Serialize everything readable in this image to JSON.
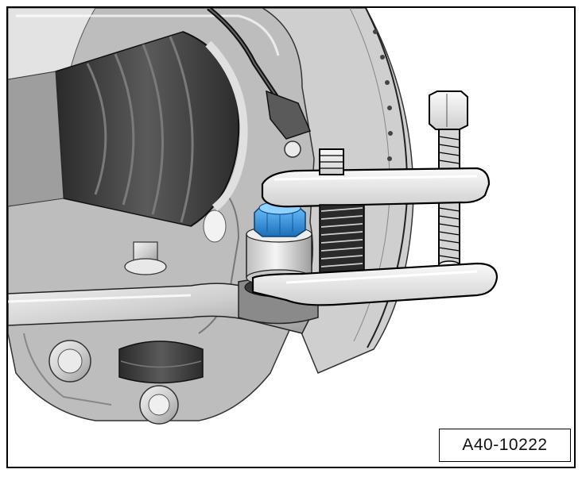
{
  "figure": {
    "reference_code": "A40-10222",
    "depicted": [
      "cv-joint-boot",
      "wheel-hub-knuckle",
      "brake-disc",
      "abs-sensor-cable",
      "tie-rod",
      "tie-rod-end-ball-joint",
      "ball-joint-puller",
      "highlighted-nut"
    ],
    "colors": {
      "highlight_nut": "#2f8fd8",
      "metal_light": "#e6e6e6",
      "metal_mid": "#b4b4b4",
      "metal_dark": "#6e6e6e",
      "boot_dark": "#3a3a3a",
      "outline": "#000000"
    }
  }
}
